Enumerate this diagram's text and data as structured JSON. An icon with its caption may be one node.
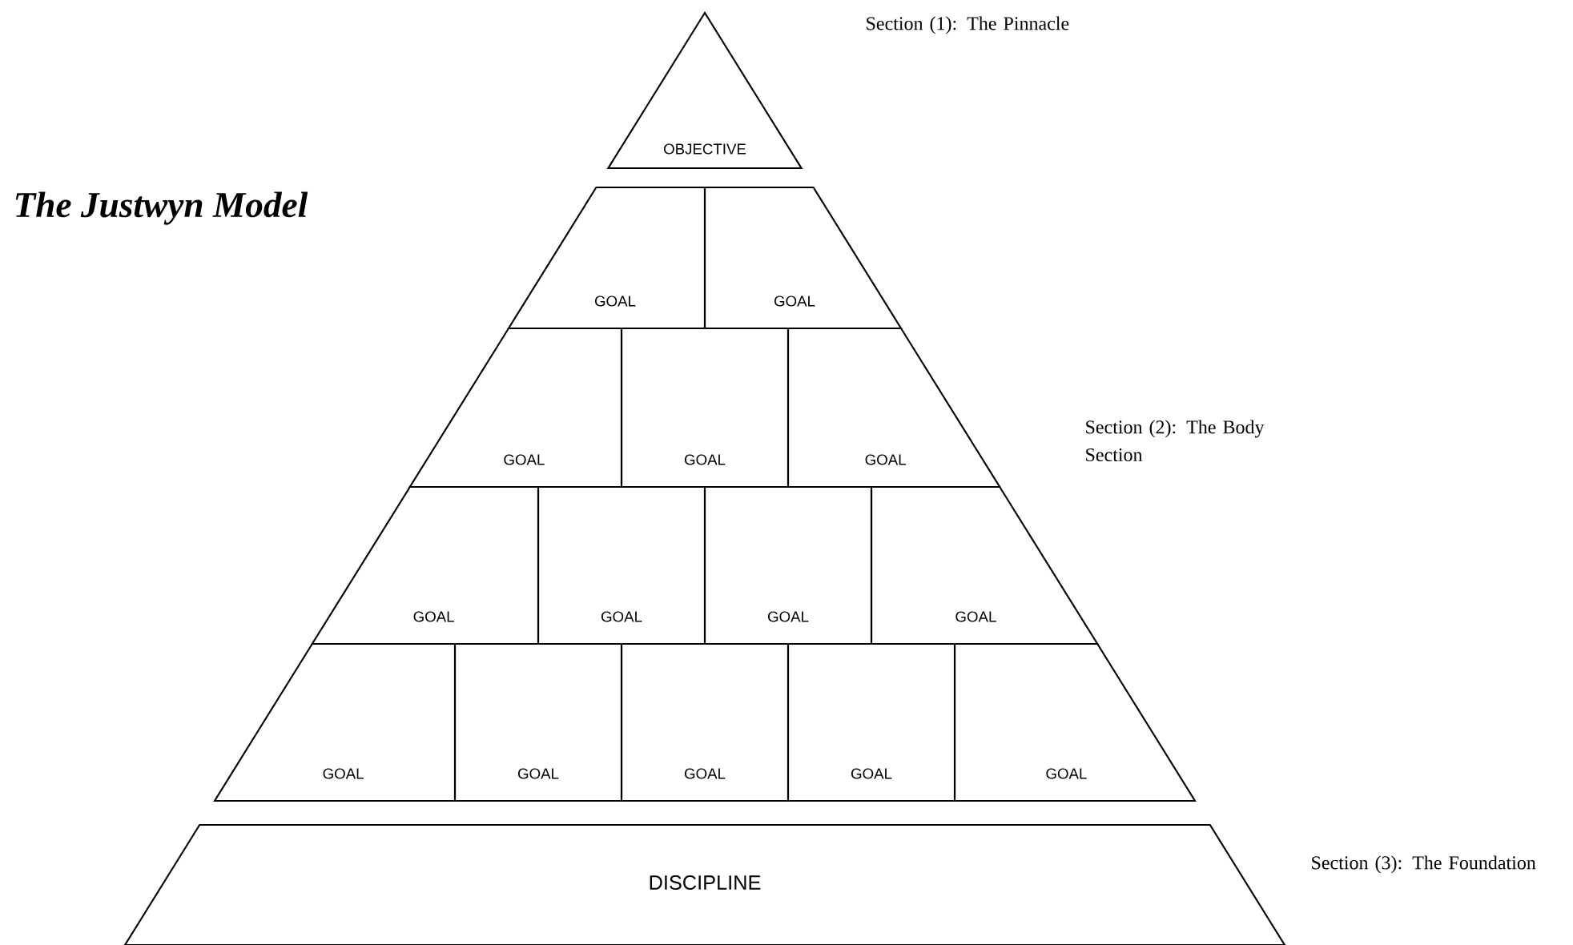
{
  "diagram": {
    "title": "The Justwyn Model",
    "nodes": [
      {
        "text": [
          "OBJECTIVE"
        ]
      },
      {
        "text": [
          "GOAL"
        ]
      },
      {
        "text": [
          "GOAL"
        ]
      },
      {
        "text": [
          "GOAL"
        ]
      },
      {
        "text": [
          "GOAL"
        ]
      },
      {
        "text": [
          "GOAL"
        ]
      },
      {
        "text": [
          "GOAL"
        ]
      },
      {
        "text": [
          "GOAL"
        ]
      },
      {
        "text": [
          "GOAL"
        ]
      },
      {
        "text": [
          "GOAL"
        ]
      },
      {
        "text": [
          "GOAL"
        ]
      },
      {
        "text": [
          "GOAL"
        ]
      },
      {
        "text": [
          "GOAL"
        ]
      },
      {
        "text": [
          "GOAL"
        ]
      },
      {
        "text": [
          "GOAL"
        ]
      },
      {
        "text": [
          "DISCIPLINE"
        ]
      }
    ],
    "labels": [
      "Section (1): The Pinnacle",
      "Section (2): The Body Section",
      "Section (3): The Foundation"
    ]
  }
}
